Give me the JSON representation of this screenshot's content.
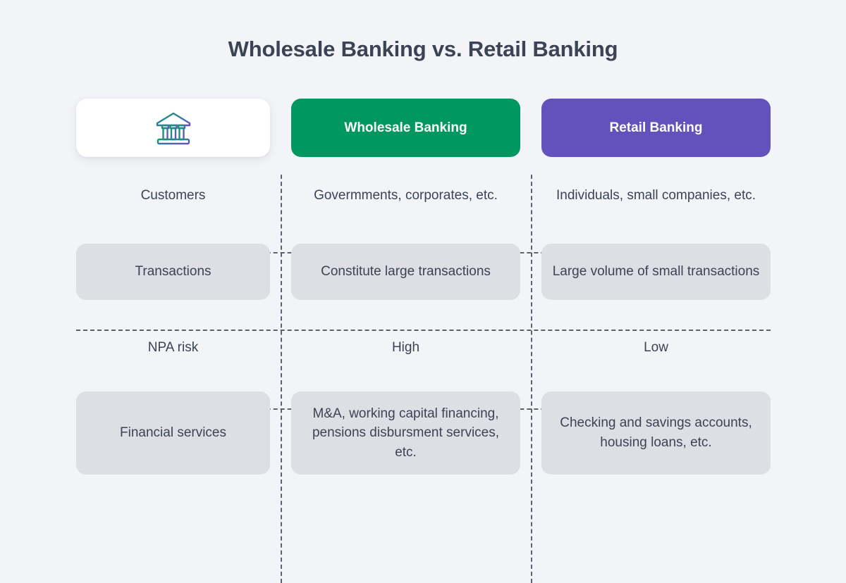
{
  "page": {
    "title": "Wholesale Banking vs. Retail Banking",
    "background_color": "#f2f4f7",
    "text_color": "#3b4354"
  },
  "header": {
    "icon": "bank-building-icon",
    "icon_gradient_start": "#169b6b",
    "icon_gradient_end": "#6b4fc4",
    "columns": [
      {
        "label": "Wholesale Banking",
        "color": "#009760"
      },
      {
        "label": "Retail Banking",
        "color": "#6352be"
      }
    ]
  },
  "comparison": {
    "row_label_header": "",
    "rows": [
      {
        "label": "Customers",
        "wholesale": "Govermments, corporates, etc.",
        "retail": "Individuals, small companies, etc.",
        "style": "plain"
      },
      {
        "label": "Transactions",
        "wholesale": "Constitute large transactions",
        "retail": "Large volume of small transactions",
        "style": "pill"
      },
      {
        "label": "NPA risk",
        "wholesale": "High",
        "retail": "Low",
        "style": "plain"
      },
      {
        "label": "Financial services",
        "wholesale": "M&A, working capital financing, pensions disbursment services, etc.",
        "retail": "Checking and savings accounts, housing loans, etc.",
        "style": "pill"
      }
    ]
  }
}
